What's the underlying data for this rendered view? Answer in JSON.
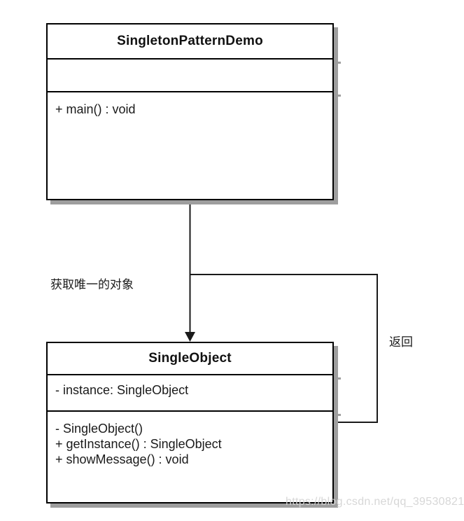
{
  "diagram": {
    "type": "uml-class-diagram",
    "classes": [
      {
        "name": "SingletonPatternDemo",
        "attributes": [],
        "methods": [
          "+ main() : void"
        ]
      },
      {
        "name": "SingleObject",
        "attributes": [
          "- instance: SingleObject"
        ],
        "methods": [
          "- SingleObject()",
          "+ getInstance() : SingleObject",
          "+ showMessage() : void"
        ]
      }
    ],
    "relations": [
      {
        "from": "SingletonPatternDemo",
        "to": "SingleObject",
        "label": "获取唯一的对象",
        "style": "solid-arrow-down"
      },
      {
        "from": "SingleObject",
        "to": "SingletonPatternDemo",
        "label": "返回",
        "style": "orthogonal-return-line"
      }
    ],
    "colors": {
      "line": "#1a1a1a",
      "box_border": "#000000",
      "box_fill": "#ffffff",
      "shadow": "#9e9e9e",
      "text": "#1a1a1a"
    }
  },
  "watermark": {
    "text": "https://blog.csdn.net/qq_39530821"
  }
}
